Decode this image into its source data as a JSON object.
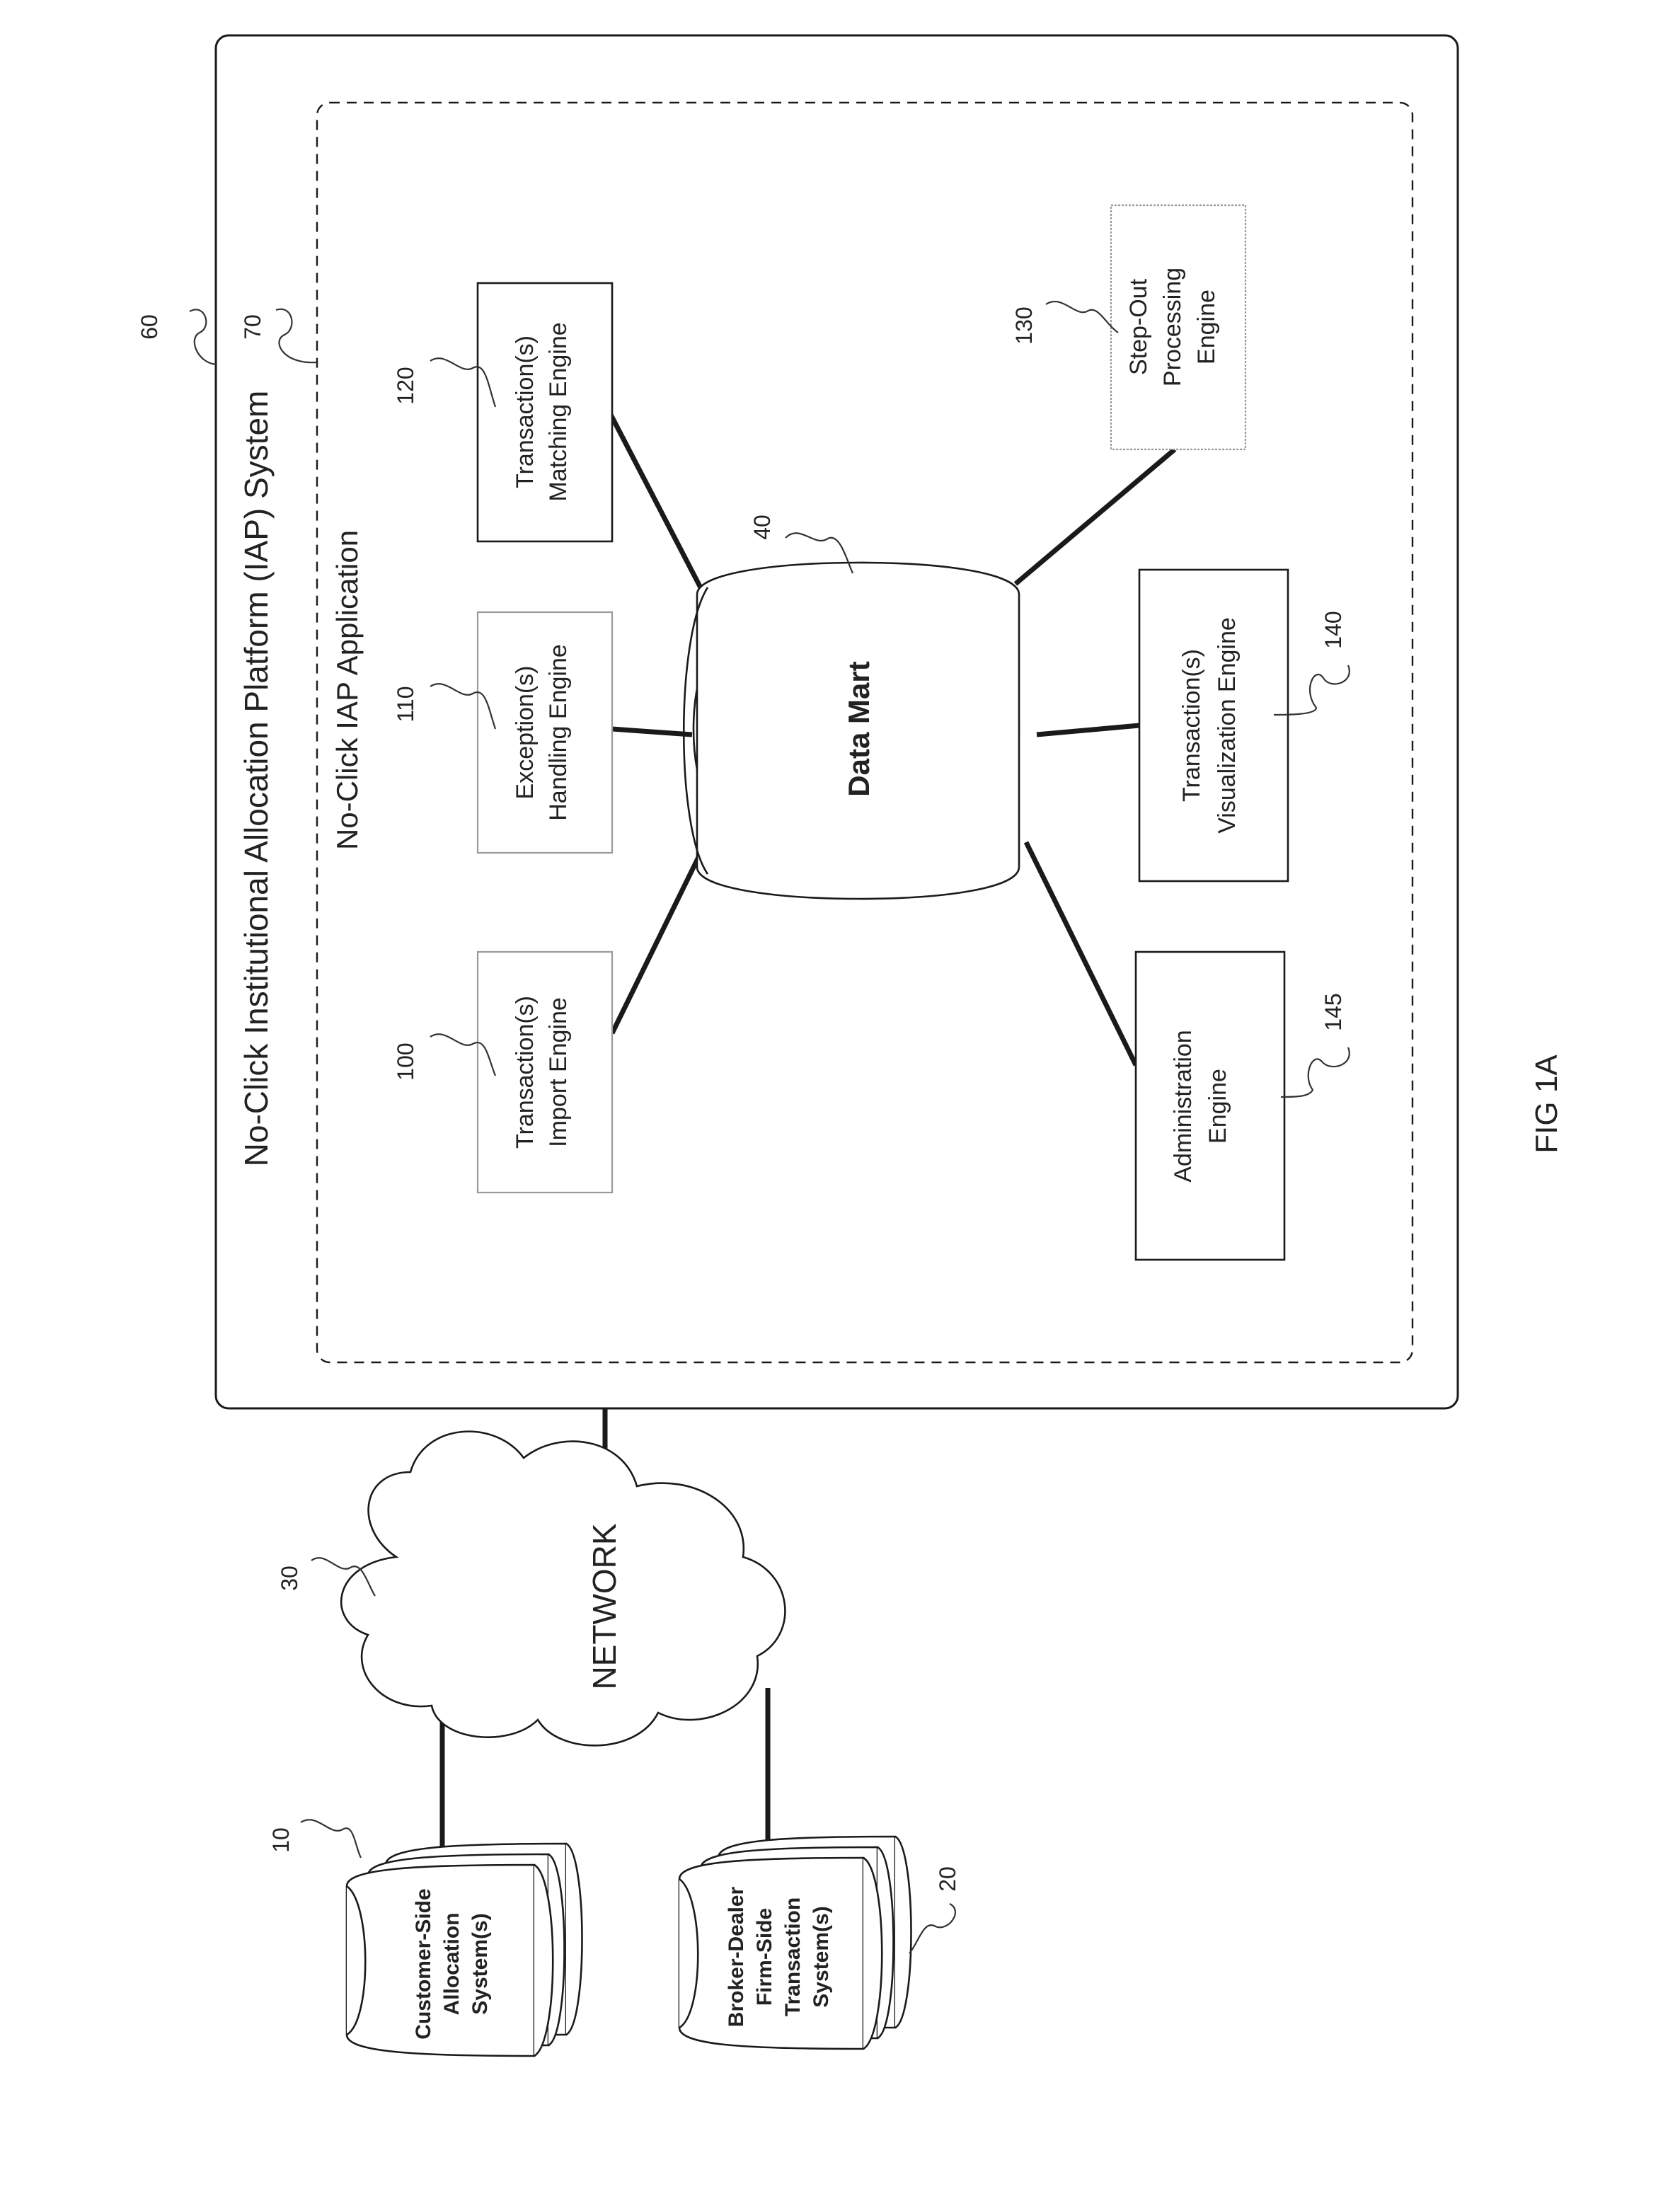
{
  "figure_label": "FIG 1A",
  "system": {
    "title": "No-Click Institutional Allocation Platform (IAP) System",
    "ref": "60"
  },
  "application": {
    "title": "No-Click IAP Application",
    "ref": "70"
  },
  "network": {
    "label": "NETWORK",
    "ref": "30"
  },
  "data_mart": {
    "label": "Data Mart",
    "ref": "40"
  },
  "engines": [
    {
      "id": "import",
      "line1": "Transaction(s)",
      "line2": "Import Engine",
      "ref": "100"
    },
    {
      "id": "exception",
      "line1": "Exception(s)",
      "line2": "Handling Engine",
      "ref": "110"
    },
    {
      "id": "matching",
      "line1": "Transaction(s)",
      "line2": "Matching Engine",
      "ref": "120"
    },
    {
      "id": "stepout",
      "line1": "Step-Out",
      "line2": "Processing",
      "line3": "Engine",
      "ref": "130"
    },
    {
      "id": "visualization",
      "line1": "Transaction(s)",
      "line2": "Visualization Engine",
      "ref": "140"
    },
    {
      "id": "admin",
      "line1": "Administration",
      "line2": "Engine",
      "ref": "145"
    }
  ],
  "external_systems": [
    {
      "id": "customer",
      "line1": "Customer-Side",
      "line2": "Allocation",
      "line3": "System(s)",
      "ref": "10"
    },
    {
      "id": "broker",
      "line1": "Broker-Dealer",
      "line2": "Firm-Side",
      "line3": "Transaction",
      "line4": "System(s)",
      "ref": "20"
    }
  ]
}
